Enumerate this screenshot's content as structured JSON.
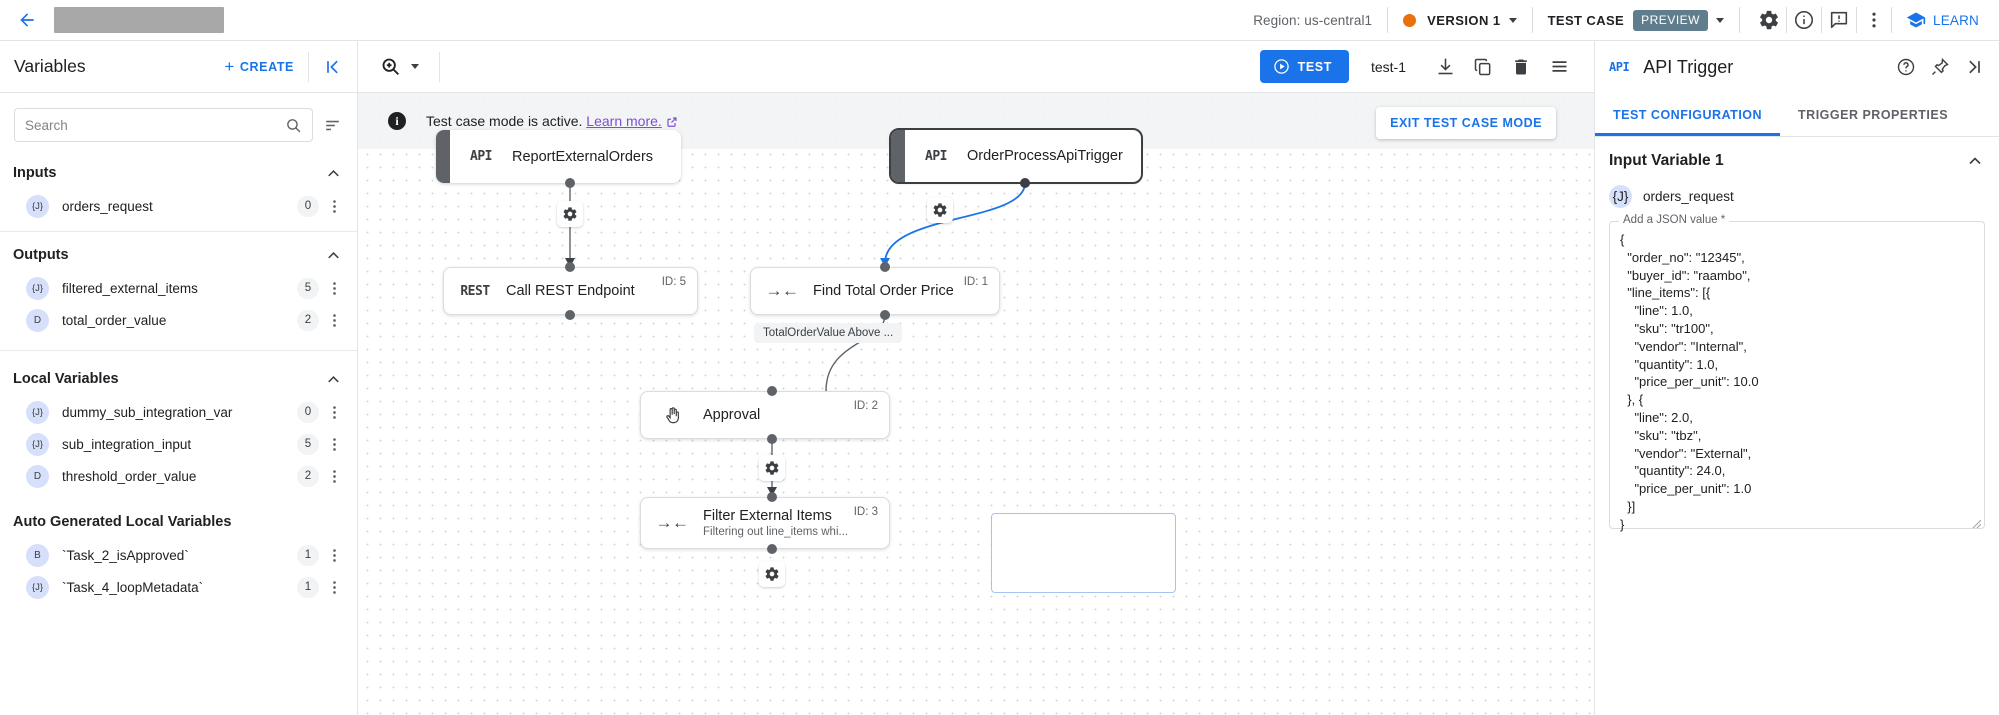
{
  "topbar": {
    "back_icon": "arrow-left-icon",
    "region": "Region: us-central1",
    "version_label": "VERSION 1",
    "version_dot_color": "#e8710a",
    "test_case_label": "TEST CASE",
    "preview_chip": "PREVIEW",
    "icons": [
      "gear-icon",
      "info-icon",
      "feedback-icon",
      "more-vert-icon"
    ],
    "learn_label": "LEARN"
  },
  "left": {
    "title": "Variables",
    "create_label": "CREATE",
    "collapse_icon": "collapse-left-icon",
    "search": {
      "placeholder": "Search",
      "value": ""
    },
    "sections": [
      {
        "title": "Inputs",
        "items": [
          {
            "type": "{J}",
            "name": "orders_request",
            "count": "0"
          }
        ]
      },
      {
        "title": "Outputs",
        "items": [
          {
            "type": "{J}",
            "name": "filtered_external_items",
            "count": "5"
          },
          {
            "type": "D",
            "name": "total_order_value",
            "count": "2"
          }
        ]
      },
      {
        "title": "Local Variables",
        "items": [
          {
            "type": "{J}",
            "name": "dummy_sub_integration_var",
            "count": "0"
          },
          {
            "type": "{J}",
            "name": "sub_integration_input",
            "count": "5"
          },
          {
            "type": "D",
            "name": "threshold_order_value",
            "count": "2"
          }
        ]
      },
      {
        "title": "Auto Generated Local Variables",
        "items": [
          {
            "type": "B",
            "name": "`Task_2_isApproved`",
            "count": "1"
          },
          {
            "type": "{J}",
            "name": "`Task_4_loopMetadata`",
            "count": "1"
          }
        ]
      }
    ]
  },
  "center": {
    "zoom_icon": "zoom-in-icon",
    "test_button": "TEST",
    "test_case_name": "test-1",
    "toolbar_icons": [
      "download-icon",
      "copy-icon",
      "delete-icon",
      "list-icon"
    ],
    "banner": {
      "text": "Test case mode is active.",
      "link": "Learn more.",
      "exit_label": "EXIT TEST CASE MODE"
    },
    "nodes": [
      {
        "id": "report-external-orders",
        "type": "API",
        "label": "ReportExternalOrders",
        "task_id": "",
        "sub": ""
      },
      {
        "id": "order-process-api-trigger",
        "type": "API",
        "label": "OrderProcessApiTrigger",
        "task_id": "",
        "sub": ""
      },
      {
        "id": "call-rest-endpoint",
        "type": "REST",
        "label": "Call REST Endpoint",
        "task_id": "ID: 5",
        "sub": ""
      },
      {
        "id": "find-total-order-price",
        "type": "→←",
        "label": "Find Total Order Price",
        "task_id": "ID: 1",
        "sub": ""
      },
      {
        "id": "approval",
        "type": "hand",
        "label": "Approval",
        "task_id": "ID: 2",
        "sub": ""
      },
      {
        "id": "filter-external-items",
        "type": "→←",
        "label": "Filter External Items",
        "task_id": "ID: 3",
        "sub": "Filtering out line_items whi..."
      }
    ],
    "edge_label": "TotalOrderValue Above ..."
  },
  "right": {
    "badge": "API",
    "title": "API Trigger",
    "icons": [
      "help-icon",
      "pin-icon",
      "collapse-right-icon"
    ],
    "tabs": [
      {
        "label": "TEST CONFIGURATION",
        "active": true
      },
      {
        "label": "TRIGGER PROPERTIES",
        "active": false
      }
    ],
    "input_variable_title": "Input Variable 1",
    "variable": {
      "type": "{J}",
      "name": "orders_request"
    },
    "json_legend": "Add a JSON value *",
    "json_value": "{\n  \"order_no\": \"12345\",\n  \"buyer_id\": \"raambo\",\n  \"line_items\": [{\n    \"line\": 1.0,\n    \"sku\": \"tr100\",\n    \"vendor\": \"Internal\",\n    \"quantity\": 1.0,\n    \"price_per_unit\": 10.0\n  }, {\n    \"line\": 2.0,\n    \"sku\": \"tbz\",\n    \"vendor\": \"External\",\n    \"quantity\": 24.0,\n    \"price_per_unit\": 1.0\n  }]\n}"
  }
}
